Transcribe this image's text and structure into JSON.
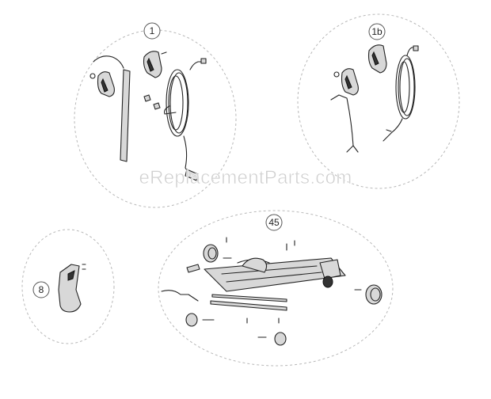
{
  "diagram": {
    "groups": [
      {
        "id": "group-1",
        "label": "1"
      },
      {
        "id": "group-1b",
        "label": "1b"
      },
      {
        "id": "group-8",
        "label": "8"
      },
      {
        "id": "group-45",
        "label": "45"
      }
    ],
    "watermark": "eReplacementParts.com"
  }
}
